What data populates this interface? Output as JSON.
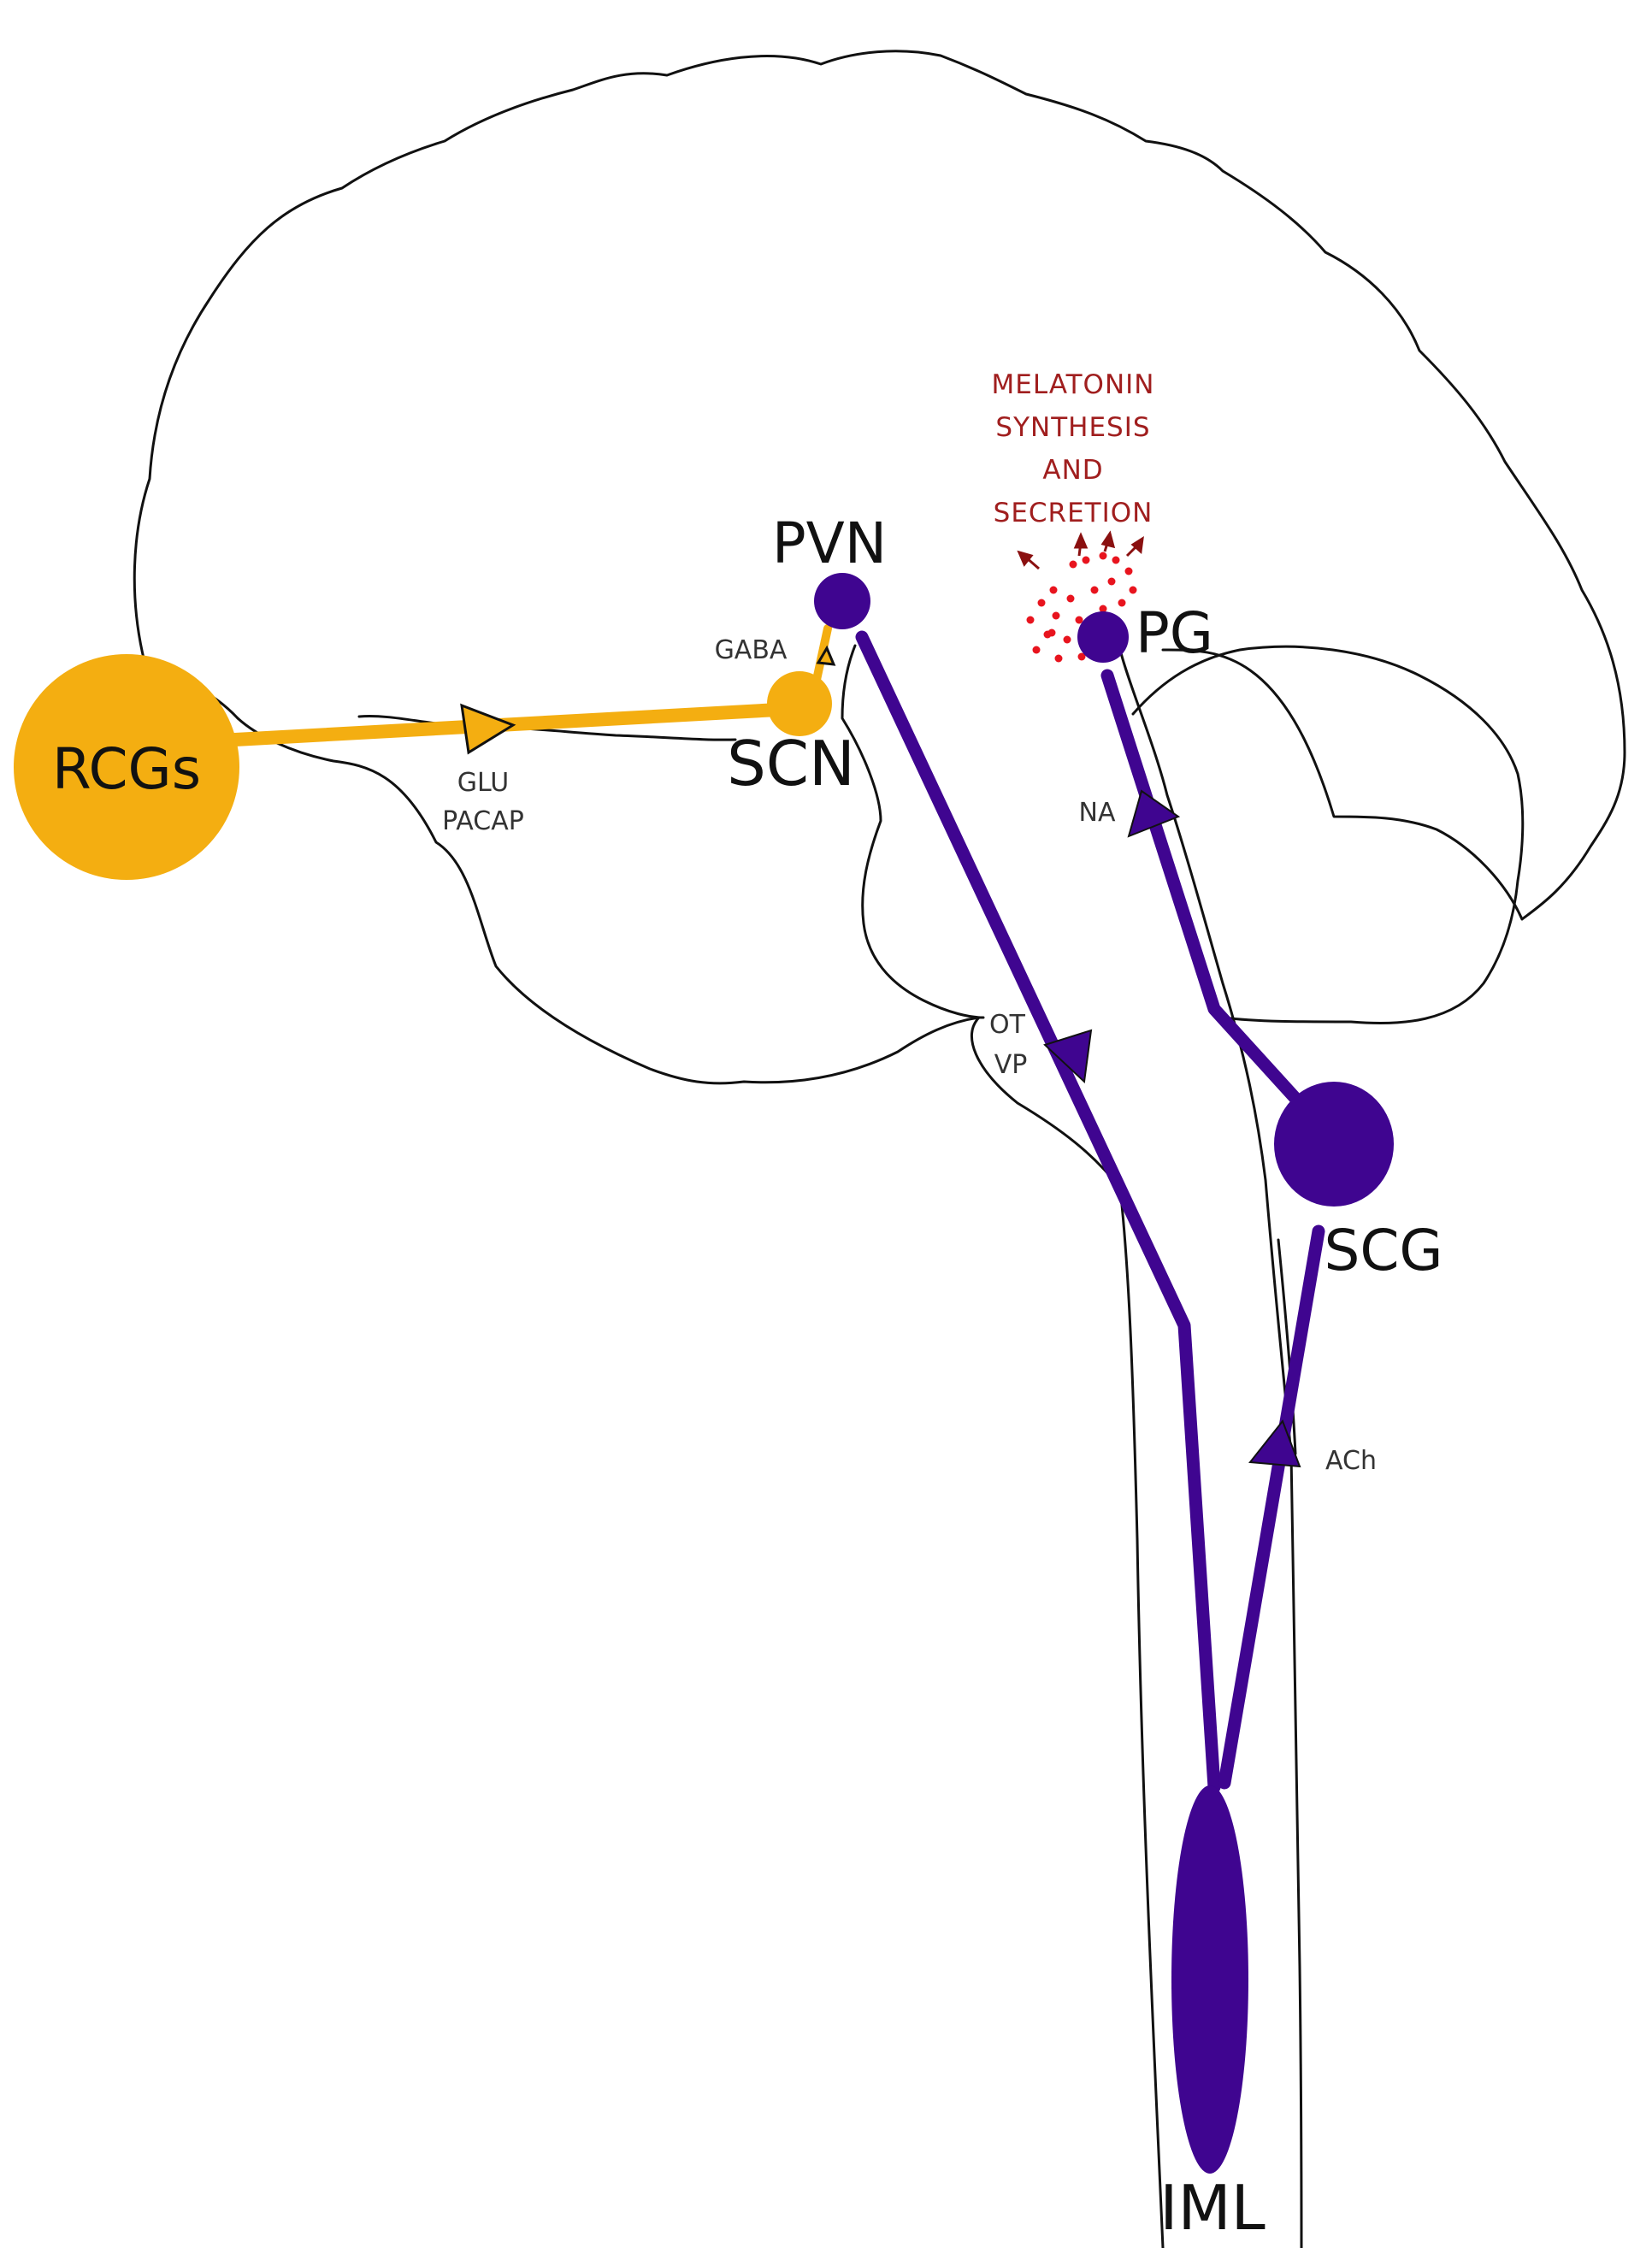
{
  "colors": {
    "orange": "#f4ae11",
    "purple": "#3f0590",
    "outline": "#111111",
    "melatonin": "#a01e1e",
    "dots": "#e8141e"
  },
  "nodes": {
    "rcgs": "RCGs",
    "scn": "SCN",
    "pvn": "PVN",
    "pg": "PG",
    "scg": "SCG",
    "iml": "IML"
  },
  "transmitters": {
    "glu": "GLU",
    "pacap": "PACAP",
    "gaba": "GABA",
    "ot": "OT",
    "vp": "VP",
    "na": "NA",
    "ach": "ACh"
  },
  "melatonin": {
    "line1": "MELATONIN",
    "line2": "SYNTHESIS",
    "line3": "AND",
    "line4": "SECRETION"
  }
}
